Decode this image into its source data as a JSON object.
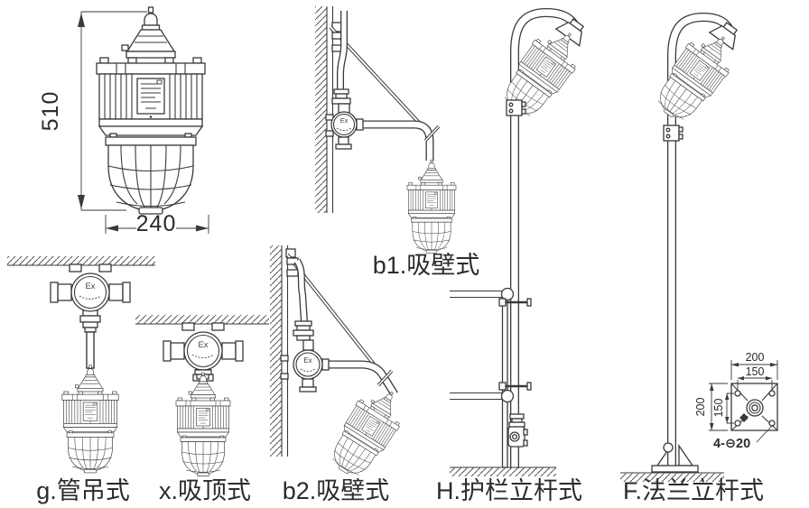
{
  "colors": {
    "line": "#3a3a3a",
    "text": "#2b2b2b",
    "background": "#ffffff"
  },
  "dimensions": {
    "overall_height": "510",
    "overall_width": "240"
  },
  "junction_box": {
    "marking": "Ex"
  },
  "mounts": {
    "b1": "b1.吸壁式",
    "g": "g.管吊式",
    "x": "x.吸顶式",
    "b2": "b2.吸壁式",
    "H": "H.护栏立杆式",
    "F": "F.法兰立杆式"
  },
  "flange": {
    "outer_width": "200",
    "hole_spacing_width": "150",
    "outer_height": "200",
    "hole_spacing_height": "150",
    "holes": "4-⊖20"
  }
}
